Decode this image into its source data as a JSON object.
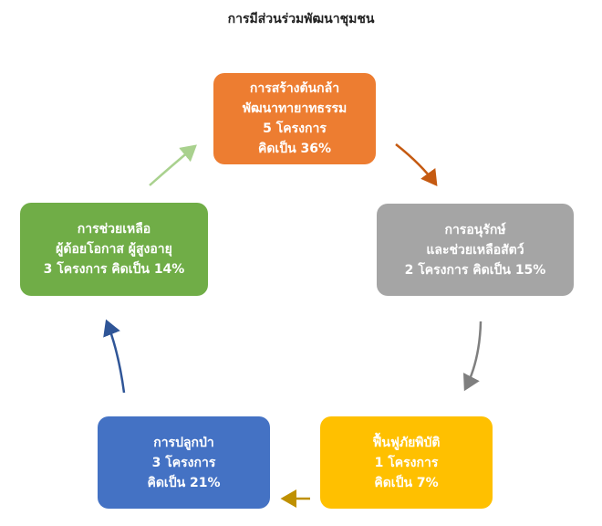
{
  "title": "การมีส่วนร่วมพัฒนาชุมชน",
  "colors": {
    "orange": "#ED7D31",
    "gray": "#A5A5A5",
    "yellow": "#FFC000",
    "blue": "#4472C4",
    "green": "#70AD47",
    "arrow_orange": "#C55A11",
    "arrow_gray": "#7F7F7F",
    "arrow_gold": "#BF9000",
    "arrow_blue": "#2F5597",
    "arrow_green": "#A9D18E"
  },
  "nodes": {
    "top": {
      "lines": [
        "การสร้างต้นกล้า",
        "พัฒนาทายาทธรรม",
        "5 โครงการ",
        "คิดเป็น 36%"
      ]
    },
    "right": {
      "lines": [
        "การอนุรักษ์",
        "และช่วยเหลือสัตว์",
        "2 โครงการ คิดเป็น 15%"
      ]
    },
    "bottom_right": {
      "lines": [
        "ฟื้นฟูภัยพิบัติ",
        "1 โครงการ",
        "คิดเป็น 7%"
      ]
    },
    "bottom_left": {
      "lines": [
        "การปลูกป่า",
        "3 โครงการ",
        "คิดเป็น 21%"
      ]
    },
    "left": {
      "lines": [
        "การช่วยเหลือ",
        "ผู้ด้อยโอกาส ผู้สูงอายุ",
        "3 โครงการ คิดเป็น 14%"
      ]
    }
  }
}
